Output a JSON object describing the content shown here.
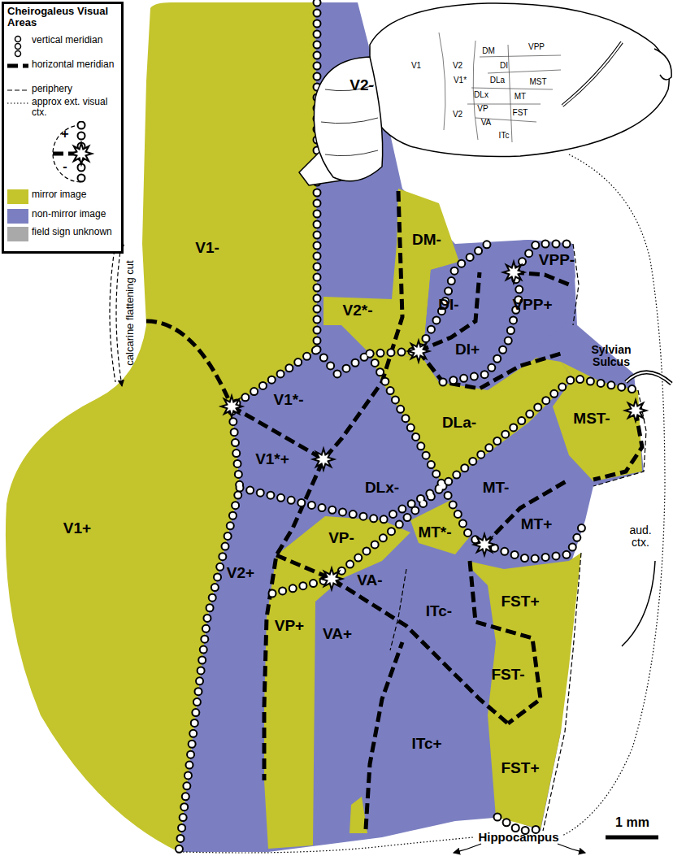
{
  "diagram": {
    "title": "Cheirogaleus Visual Areas",
    "labels": [
      "V1-",
      "V1+",
      "V2-",
      "V2*-",
      "DM-",
      "VPP-",
      "DI-",
      "VPP+",
      "DI+",
      "V1*-",
      "V1*+",
      "DLa-",
      "MST-",
      "DLx-",
      "MT-",
      "MT*-",
      "MT+",
      "VP-",
      "VA-",
      "FST+",
      "V2+",
      "VP+",
      "VA+",
      "ITc-",
      "FST-",
      "ITc+",
      "FST+",
      "V1",
      "V2",
      "DM",
      "VPP",
      "DI",
      "DLa",
      "MST",
      "V1*",
      "DLx",
      "MT",
      "V2",
      "VP",
      "FST",
      "VA",
      "ITc",
      "+",
      "-",
      "calcarine flattening cut",
      "Sylvian Sulcus",
      "aud. ctx.",
      "Hippocampus",
      "1 mm"
    ],
    "legend": [
      {
        "text": "vertical meridian"
      },
      {
        "text": "horizontal meridian"
      },
      {
        "text": "periphery"
      },
      {
        "text": "approx ext. visual ctx."
      },
      {
        "text": "mirror image",
        "color": "#c4c42c"
      },
      {
        "text": "non-mirror image",
        "color": "#7b7fc1"
      },
      {
        "text": "field sign unknown",
        "color": "#a9a9a9"
      }
    ]
  }
}
